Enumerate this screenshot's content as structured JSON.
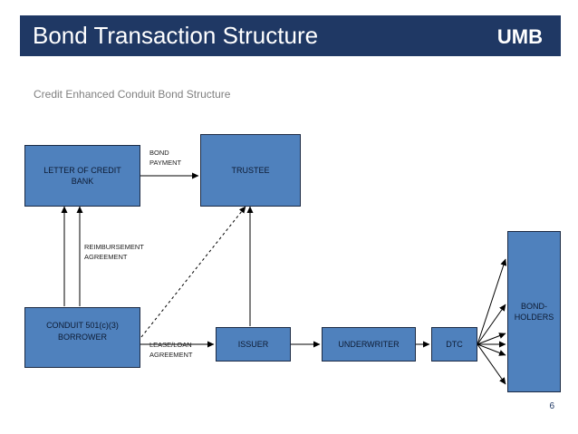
{
  "header": {
    "title": "Bond Transaction Structure",
    "logo_text": "UMB",
    "background_color": "#1f3864"
  },
  "subtitle": "Credit Enhanced Conduit Bond Structure",
  "boxes": {
    "letter_of_credit_bank": "LETTER OF CREDIT\nBANK",
    "trustee": "TRUSTEE",
    "conduit_borrower": "CONDUIT 501(c)(3)\nBORROWER",
    "issuer": "ISSUER",
    "underwriter": "UNDERWRITER",
    "dtc": "DTC",
    "bondholders": "BOND-\nHOLDERS"
  },
  "labels": {
    "bond_payment": "BOND\nPAYMENT",
    "reimbursement_agreement": "REIMBURSEMENT\nAGREEMENT",
    "lease_loan_agreement": "LEASE/LOAN\nAGREEMENT"
  },
  "colors": {
    "box_fill": "#4f81bd",
    "box_border": "#1b2a44"
  },
  "page_number": "6"
}
